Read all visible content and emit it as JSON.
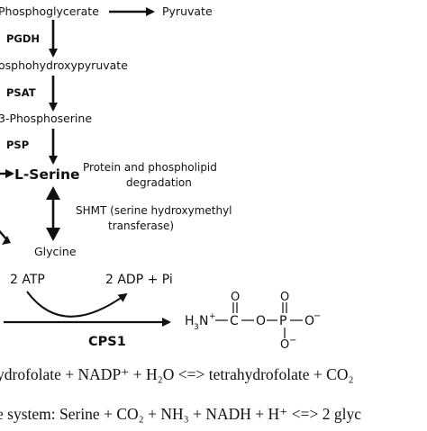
{
  "pathway": {
    "top_compound": "Phosphoglycerate",
    "top_product": "Pyruvate",
    "enzyme1": "PGDH",
    "compound2": "osphohydroxypyruvate",
    "enzyme2": "PSAT",
    "compound3": "3-Phosphoserine",
    "enzyme3": "PSP",
    "serine": "L-Serine",
    "degradation_line1": "Protein and phospholipid",
    "degradation_line2": "degradation",
    "shmt_line1": "SHMT (serine hydroxymethyl",
    "shmt_line2": "transferase)",
    "glycine": "Glycine"
  },
  "cps": {
    "atp": "2 ATP",
    "adp": "2 ADP + Pi",
    "enzyme": "CPS1"
  },
  "structure": {
    "h": "H",
    "sub3": "3",
    "n_plus": "N",
    "plus": "+",
    "c": "C",
    "o": "O",
    "p": "P",
    "o_top1": "O",
    "o_top2": "O",
    "o_right": "O",
    "o_bottom": "O",
    "minus": "−"
  },
  "equations": {
    "line1": "ydrofolate + NADP⁺ + H₂O  <=> tetrahydrofolate + CO₂",
    "line2": "e system: Serine + CO₂ + NH₃ + NADH + H⁺ <=> 2 glyc"
  }
}
